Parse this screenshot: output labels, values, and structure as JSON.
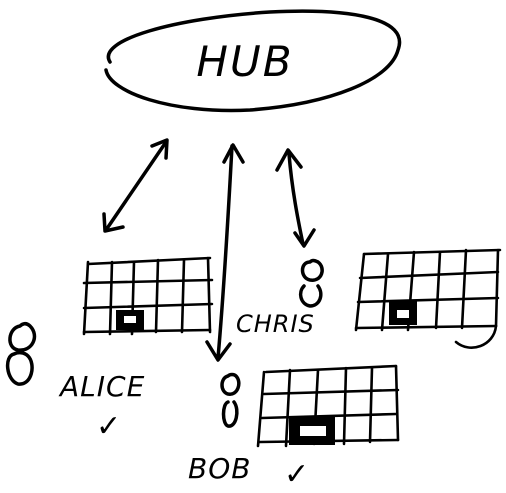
{
  "diagram": {
    "hub": {
      "label": "HUB"
    },
    "users": [
      {
        "name": "ALICE",
        "checked": true
      },
      {
        "name": "BOB",
        "checked": true
      },
      {
        "name": "CHRIS",
        "checked": false
      }
    ],
    "check_mark": "✓"
  }
}
